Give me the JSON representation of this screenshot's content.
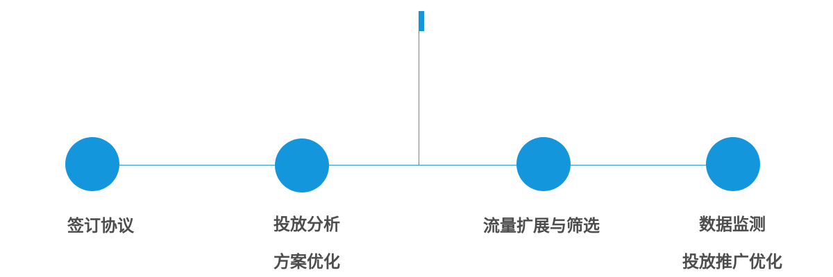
{
  "diagram": {
    "accent_color": "#1496dc",
    "line_color": "#2a9bd0",
    "text_color": "#4d4d4d",
    "steps": [
      {
        "lines": [
          "签订协议"
        ]
      },
      {
        "lines": [
          "投放分析",
          "方案优化"
        ]
      },
      {
        "lines": [
          "流量扩展与筛选"
        ]
      },
      {
        "lines": [
          "数据监测",
          "投放推广优化"
        ]
      }
    ]
  }
}
